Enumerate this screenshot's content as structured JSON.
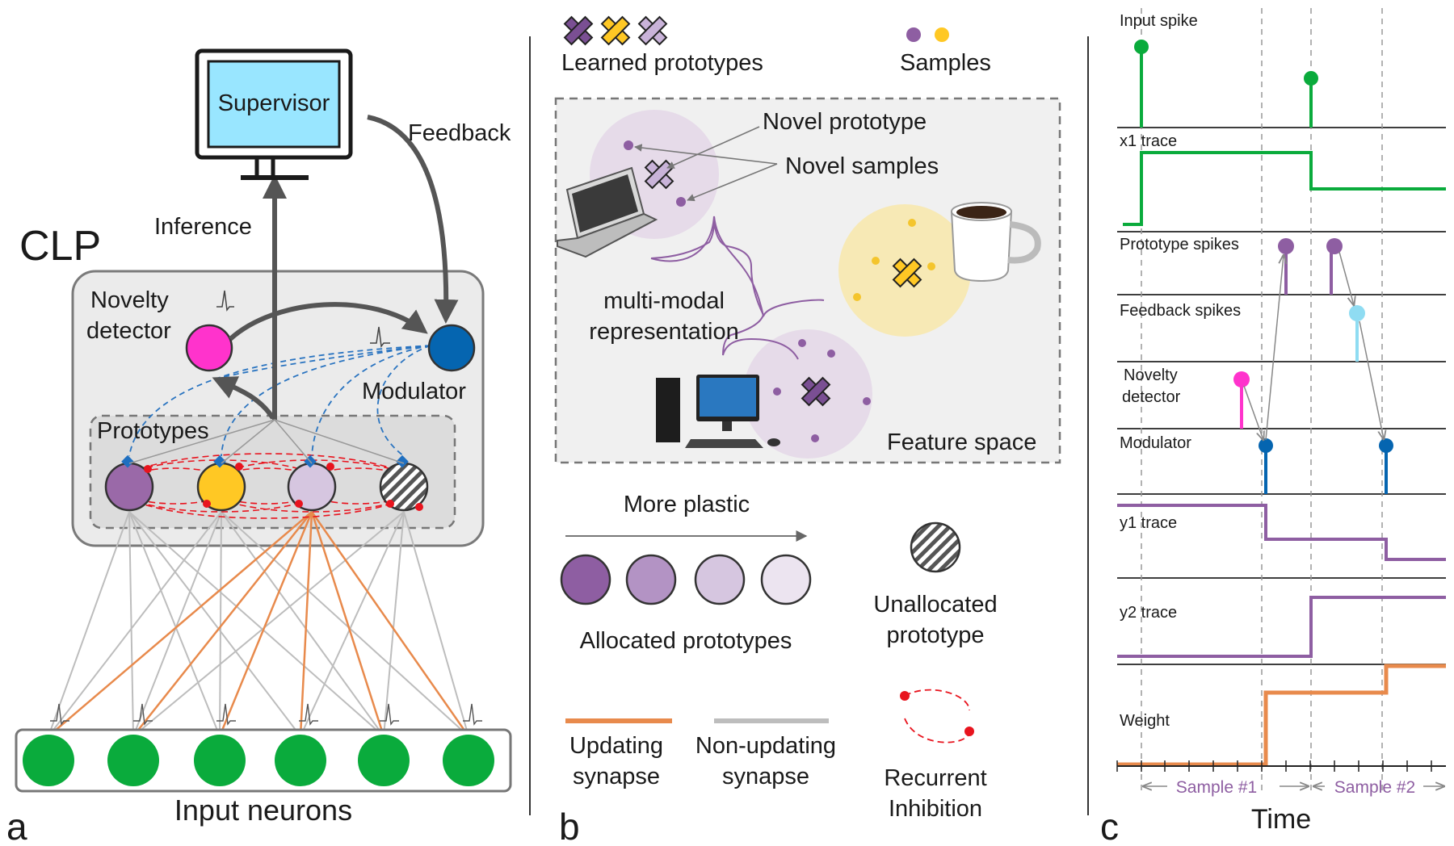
{
  "panel_a": {
    "letter": "a",
    "supervisor_label": "Supervisor",
    "feedback_label": "Feedback",
    "inference_label": "Inference",
    "clp_label": "CLP",
    "novelty_label_line1": "Novelty",
    "novelty_label_line2": "detector",
    "modulator_label": "Modulator",
    "prototypes_label": "Prototypes",
    "input_neurons_label": "Input neurons"
  },
  "panel_b": {
    "letter": "b",
    "learned_prototypes_label": "Learned prototypes",
    "samples_label": "Samples",
    "novel_prototype_label": "Novel prototype",
    "novel_samples_label": "Novel samples",
    "multimodal_line1": "multi-modal",
    "multimodal_line2": "representation",
    "feature_space_label": "Feature space",
    "more_plastic_label": "More plastic",
    "allocated_label": "Allocated prototypes",
    "unallocated_line1": "Unallocated",
    "unallocated_line2": "prototype",
    "updating_line1": "Updating",
    "updating_line2": "synapse",
    "nonupdating_line1": "Non-updating",
    "nonupdating_line2": "synapse",
    "recurrent_line1": "Recurrent",
    "recurrent_line2": "Inhibition"
  },
  "panel_c": {
    "letter": "c",
    "rows": [
      "Input spike",
      "x1 trace",
      "Prototype spikes",
      "Feedback spikes",
      "Novelty",
      "detector",
      "Modulator",
      "y1 trace",
      "y2 trace",
      "Weight"
    ],
    "sample1_label": "Sample #1",
    "sample2_label": "Sample #2",
    "time_label": "Time"
  },
  "colors": {
    "input_green": "#0aab3c",
    "novelty_magenta": "#ff33cc",
    "modulator_blue": "#0565b0",
    "proto_purple_1": "#8e5ea2",
    "proto_purple_2": "#b393c4",
    "proto_purple_3": "#d6c6e0",
    "proto_purple_4": "#ece4f0",
    "proto_yellow": "#ffc824",
    "updating_orange": "#e88a4c",
    "nonupdating_gray": "#bdbdbd",
    "inhibition_red": "#e8141e",
    "feedback_cyan": "#8fdcf2",
    "supervisor_screen": "#99e6ff"
  }
}
